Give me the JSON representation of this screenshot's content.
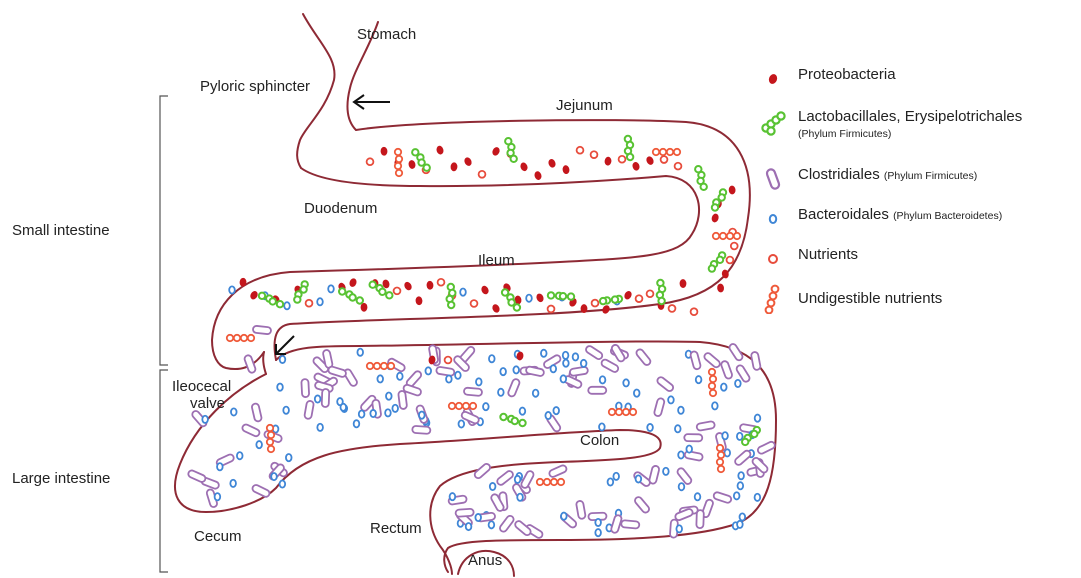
{
  "labels": {
    "stomach": "Stomach",
    "pyloric_sphincter": "Pyloric sphincter",
    "jejunum": "Jejunum",
    "duodenum": "Duodenum",
    "ileum": "Ileum",
    "small_intestine": "Small intestine",
    "large_intestine": "Large intestine",
    "ileocecal_valve_line1": "Ileocecal",
    "ileocecal_valve_line2": "valve",
    "colon": "Colon",
    "cecum": "Cecum",
    "rectum": "Rectum",
    "anus": "Anus"
  },
  "legend": {
    "proteobacteria": {
      "label": "Proteobacteria",
      "color": "#c4161c"
    },
    "lactobacillales": {
      "label": "Lactobacillales, Erysipelotrichales",
      "sub": "(Phylum Firmicutes)",
      "color": "#58c232"
    },
    "clostridiales": {
      "label": "Clostridiales",
      "sub": "(Phylum Firmicutes)",
      "color": "#9d6fb2"
    },
    "bacteroidales": {
      "label": "Bacteroidales",
      "sub": "(Phylum Bacteroidetes)",
      "color": "#3f86d6"
    },
    "nutrients": {
      "label": "Nutrients",
      "color": "#e74c3c"
    },
    "undigestible": {
      "label": "Undigestible nutrients",
      "color": "#ef5a3a"
    }
  },
  "colors": {
    "gut_wall": "#8e2a35",
    "bracket": "#555555",
    "arrow": "#111111"
  }
}
